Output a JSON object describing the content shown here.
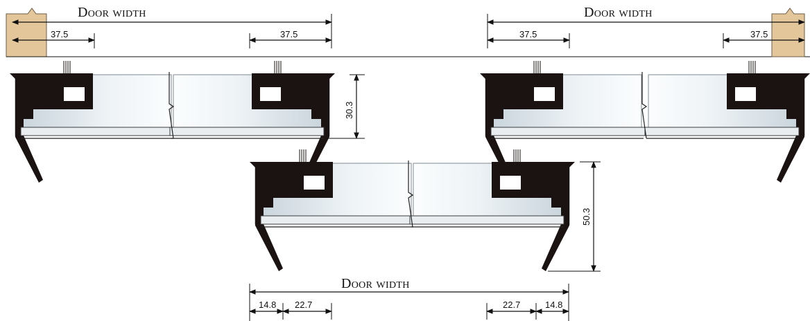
{
  "labels": {
    "door_width": "Door width",
    "d_37_5": "37.5",
    "d_30_3": "30.3",
    "d_50_3": "50.3",
    "d_14_8": "14.8",
    "d_22_7": "22.7"
  },
  "colors": {
    "profile": "#1b1212",
    "wood": "#e3c79a",
    "glass_light": "#f4f8fb",
    "glass_dark": "#c7d2da"
  }
}
